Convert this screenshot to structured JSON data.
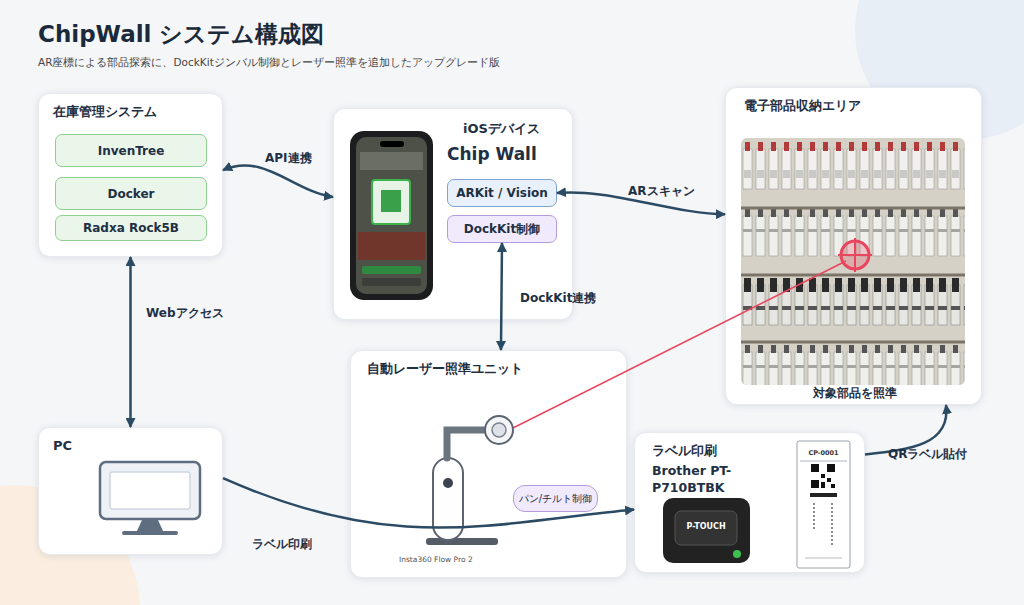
{
  "diagram": {
    "title": "ChipWall システム構成図",
    "caption": "AR座標による部品探索に、DockKitジンバル制御とレーザー照準を追加したアップグレード版",
    "nodes": [
      {
        "text": [
          "在庫管理システム"
        ]
      },
      {
        "text": [
          "InvenTree"
        ],
        "in": 0
      },
      {
        "text": [
          "Docker"
        ],
        "in": 0
      },
      {
        "text": [
          "Radxa Rock5B"
        ],
        "in": 0
      },
      {
        "text": [
          "iOSデバイス",
          "Chip Wall"
        ]
      },
      {
        "text": [
          "ARKit / Vision"
        ],
        "in": 4
      },
      {
        "text": [
          "DockKit制御"
        ],
        "in": 4
      },
      {
        "text": [
          "電子部品収納エリア",
          "対象部品を照準"
        ]
      },
      {
        "text": [
          "自動レーザー照準ユニット",
          "Insta360 Flow Pro 2"
        ]
      },
      {
        "text": [
          "パン/チルト制御"
        ],
        "in": 8
      },
      {
        "text": [
          "PC"
        ]
      },
      {
        "text": [
          "ラベル印刷",
          "Brother PT-P710BTBK"
        ]
      }
    ],
    "edges": [
      {
        "from": 0,
        "to": 4,
        "label": "API連携",
        "arrow": "both"
      },
      {
        "from": 5,
        "to": 7,
        "label": "ARスキャン",
        "arrow": "both"
      },
      {
        "from": 6,
        "to": 8,
        "label": "DockKit連携",
        "arrow": "both"
      },
      {
        "from": 0,
        "to": 10,
        "label": "Webアクセス",
        "arrow": "both"
      },
      {
        "from": 10,
        "to": 11,
        "label": "ラベル印刷",
        "arrow": "to"
      },
      {
        "from": 11,
        "to": 7,
        "label": "QRラベル貼付",
        "arrow": "to"
      }
    ],
    "labels": [
      "P-TOUCH",
      "CP-0001"
    ]
  }
}
